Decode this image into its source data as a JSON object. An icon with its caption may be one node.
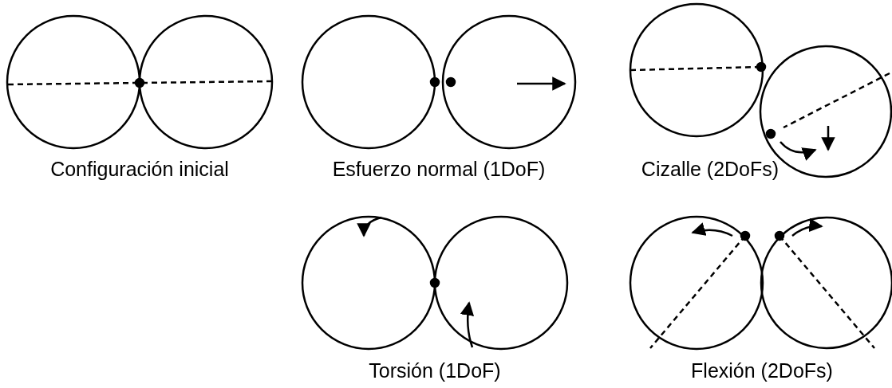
{
  "diagram": {
    "labels": [
      "Configuración inicial",
      "Esfuerzo normal (1DoF)",
      "Cizalle (2DoFs)",
      "Torsión (1DoF)",
      "Flexión (2DoFs)"
    ]
  }
}
